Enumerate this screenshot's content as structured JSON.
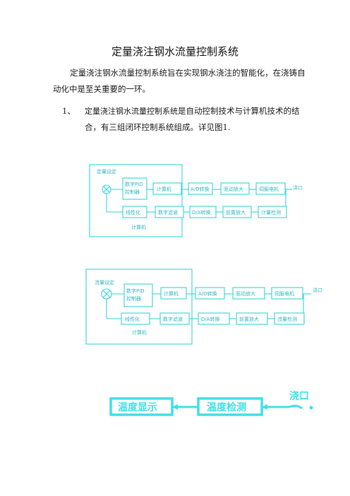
{
  "title": "定量浇注钢水流量控制系统",
  "intro": "定量浇注钢水流量控制系统旨在实现钢水浇注的智能化，在浇铸自动化中是至关重要的一环。",
  "item1": {
    "number": "1、",
    "lead": "定量浇注钢水流量控制系统",
    "text": "是自动控制技术与计算机技术的结合，有三组闭环控制系统组成。详见图1."
  },
  "diagram1": {
    "setpoint": "定量设定",
    "pid": [
      "数字PID",
      "控制器"
    ],
    "forward": [
      "计算机",
      "A/D转换",
      "驱动放大",
      "伺服电机"
    ],
    "output": "浇口",
    "feedback": [
      "线性化",
      "数字滤波",
      "D/A转换",
      "前置放大",
      "计量检测"
    ],
    "frame_label": "计算机"
  },
  "diagram2": {
    "setpoint": "流量设定",
    "pid": [
      "数字PID",
      "控制器"
    ],
    "forward": [
      "计算机",
      "A/D转换",
      "驱动放大",
      "伺服电机"
    ],
    "output": "浇口",
    "feedback": [
      "线性化",
      "数字滤波",
      "D/A转换",
      "前置放大",
      "流量检测"
    ],
    "frame_label": "计算机"
  },
  "diagram3": {
    "boxes": [
      "温度显示",
      "温度检测"
    ],
    "output": "浇口"
  }
}
